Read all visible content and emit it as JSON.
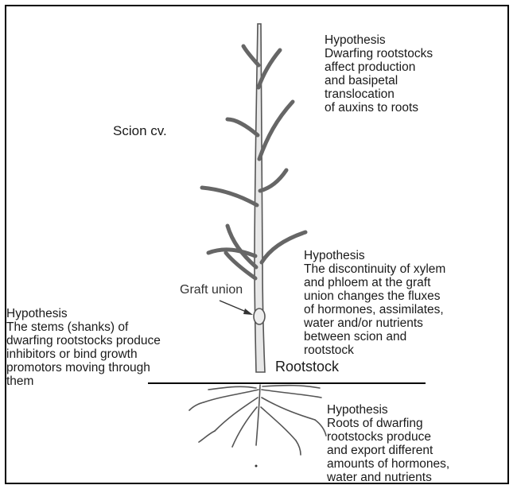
{
  "labels": {
    "scion": "Scion cv.",
    "graft_union": "Graft union",
    "rootstock": "Rootstock"
  },
  "hypotheses": {
    "top": "Hypothesis\nDwarfing rootstocks\naffect production\nand basipetal\ntranslocation\nof auxins to roots",
    "graft": "Hypothesis\nThe discontinuity of xylem\nand phloem at the graft\nunion changes the fluxes\nof hormones, assimilates,\nwater and/or nutrients\nbetween scion and\nrootstock",
    "stem": "Hypothesis\nThe stems (shanks) of\ndwarfing rootstocks produce\ninhibitors or bind growth\npromotors moving through\nthem",
    "roots": "Hypothesis\nRoots of dwarfing\nrootstocks produce\nand export different\namounts of hormones,\nwater and nutrients"
  },
  "colors": {
    "ink": "#1a1a1a",
    "stem": "#555555",
    "background": "#ffffff"
  }
}
